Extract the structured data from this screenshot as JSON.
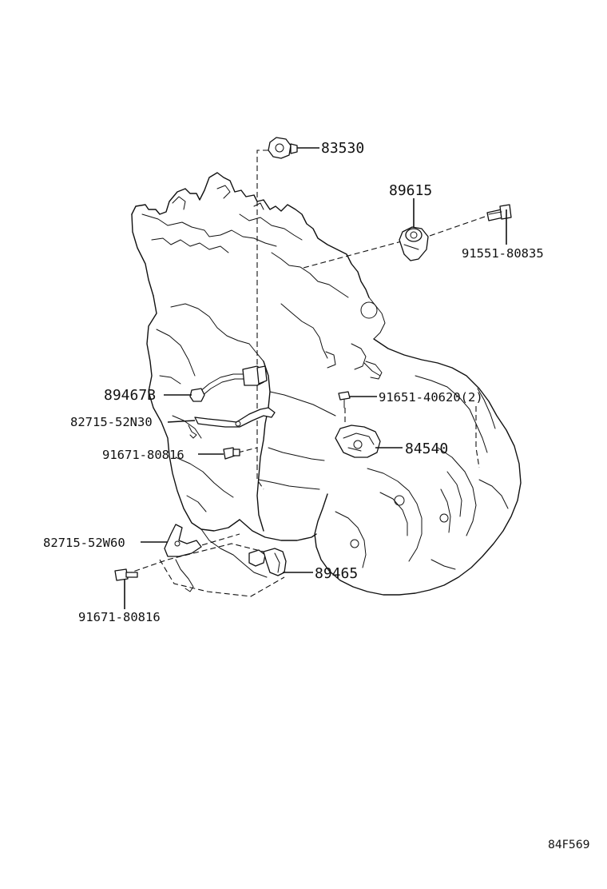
{
  "labels": {
    "p83530": "83530",
    "p89615": "89615",
    "p91551": "91551-80835",
    "p89467b": "89467B",
    "p82715n30": "82715-52N30",
    "p91671a": "91671-80816",
    "p91651": "91651-40620(2)",
    "p84540": "84540",
    "p82715w60": "82715-52W60",
    "p89465": "89465",
    "p91671b": "91671-80816"
  },
  "figure_code": "84F569"
}
